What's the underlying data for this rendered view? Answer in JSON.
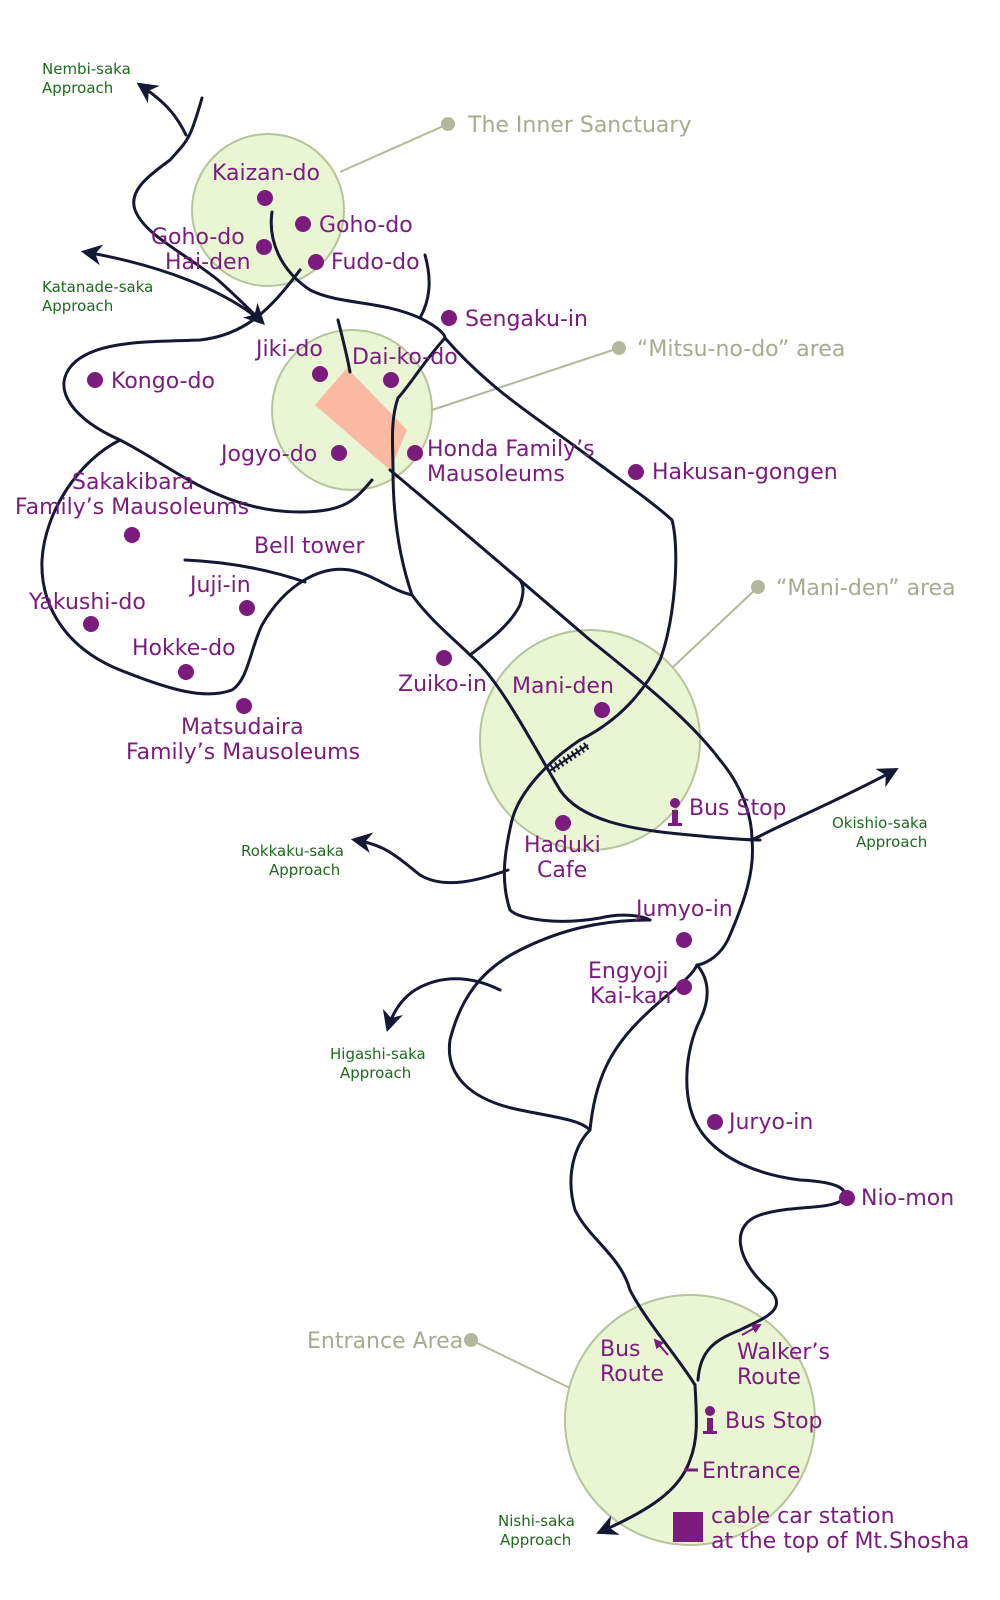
{
  "colors": {
    "place": "#7b1b7e",
    "route": "#141835",
    "area_fill": "#eaf5d3",
    "area_stroke": "#b7c39a",
    "area_label": "#a6aa90",
    "approach": "#1d6b1d",
    "hall": "#f9b9a2"
  },
  "areas": {
    "inner_sanctuary": "The Inner Sanctuary",
    "mitsu_no_do": "“Mitsu-no-do” area",
    "mani_den": "“Mani-den” area",
    "entrance": "Entrance Area"
  },
  "approaches": {
    "nembi": [
      "Nembi-saka",
      "Approach"
    ],
    "katanade": [
      "Katanade-saka",
      "Approach"
    ],
    "okishio": [
      "Okishio-saka",
      "Approach"
    ],
    "rokkaku": [
      "Rokkaku-saka",
      "Approach"
    ],
    "higashi": [
      "Higashi-saka",
      "Approach"
    ],
    "nishi": [
      "Nishi-saka",
      "Approach"
    ]
  },
  "places": {
    "kaizan_do": "Kaizan-do",
    "goho_do": "Goho-do",
    "goho_do_hai_den": [
      "Goho-do",
      "Hai-den"
    ],
    "fudo_do": "Fudo-do",
    "sengaku_in": "Sengaku-in",
    "jiki_do": "Jiki-do",
    "dai_ko_do": "Dai-ko-do",
    "kongo_do": "Kongo-do",
    "jogyo_do": "Jogyo-do",
    "honda_mausoleums": [
      "Honda Family’s",
      "Mausoleums"
    ],
    "hakusan_gongen": "Hakusan-gongen",
    "sakakibara_mausoleums": [
      "Sakakibara",
      "Family’s Mausoleums"
    ],
    "bell_tower": "Bell tower",
    "juji_in": "Juji-in",
    "yakushi_do": "Yakushi-do",
    "hokke_do": "Hokke-do",
    "zuiko_in": "Zuiko-in",
    "mani_den": "Mani-den",
    "matsudaira_mausoleums": [
      "Matsudaira",
      "Family’s Mausoleums"
    ],
    "bus_stop_upper": "Bus Stop",
    "haduki_cafe": [
      "Haduki",
      "Cafe"
    ],
    "jumyo_in": "Jumyo-in",
    "engyoji_kaikan": [
      "Engyoji",
      "Kai-kan"
    ],
    "juryo_in": "Juryo-in",
    "nio_mon": "Nio-mon",
    "bus_route": [
      "Bus",
      "Route"
    ],
    "walkers_route": [
      "Walker’s",
      "Route"
    ],
    "bus_stop_lower": "Bus Stop",
    "entrance": "Entrance",
    "cable_car_station": [
      "cable car station",
      "at the top of Mt.Shosha"
    ]
  }
}
